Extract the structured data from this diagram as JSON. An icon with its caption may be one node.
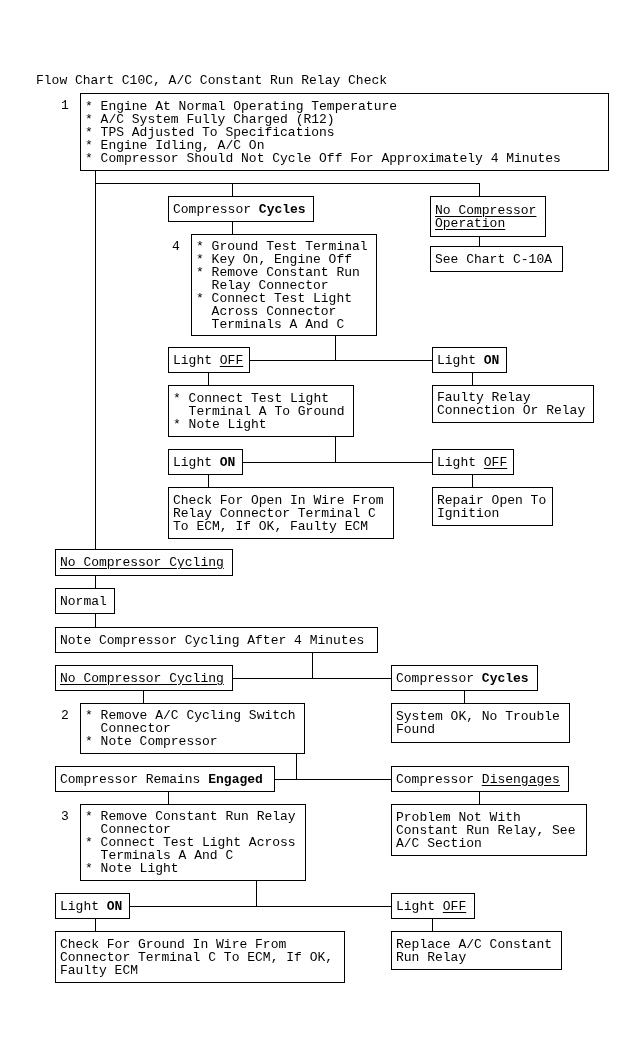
{
  "diagram": {
    "title": "Flow Chart C10C, A/C Constant Run Relay Check",
    "nodes": [
      {
        "text": [
          "* Engine At Normal Operating Temperature",
          "* A/C System Fully Charged (R12)",
          "* TPS Adjusted To Specifications",
          "* Engine Idling, A/C On",
          "* Compressor Should Not Cycle Off For Approximately 4 Minutes"
        ],
        "beside": [
          "1"
        ]
      },
      {
        "text": [
          "Compressor **Cycles**"
        ]
      },
      {
        "text": [
          "No Compressor Operation"
        ]
      },
      {
        "text": [
          "See Chart C-10A"
        ]
      },
      {
        "text": [
          "* Ground Test Terminal",
          "* Key On, Engine Off",
          "* Remove Constant Run Relay Connector",
          "* Connect Test Light Across Connector Terminals A And C"
        ],
        "beside": [
          "4"
        ]
      },
      {
        "text": [
          "Light OFF"
        ]
      },
      {
        "text": [
          "Light **ON**"
        ]
      },
      {
        "text": [
          "* Connect Test Light Terminal A To Ground",
          "* Note Light"
        ]
      },
      {
        "text": [
          "Faulty Relay Connection Or Relay"
        ]
      },
      {
        "text": [
          "Light **ON**"
        ]
      },
      {
        "text": [
          "Light OFF"
        ]
      },
      {
        "text": [
          "Check For Open In Wire From Relay Connector Terminal C To ECM, If OK, Faulty ECM"
        ]
      },
      {
        "text": [
          "Repair Open To Ignition"
        ]
      },
      {
        "text": [
          "No Compressor Cycling"
        ]
      },
      {
        "text": [
          "Normal"
        ]
      },
      {
        "text": [
          "Note Compressor Cycling After 4 Minutes"
        ]
      },
      {
        "text": [
          "No Compressor Cycling"
        ]
      },
      {
        "text": [
          "Compressor **Cycles**"
        ]
      },
      {
        "text": [
          "* Remove A/C Cycling Switch Connector",
          "* Note Compressor"
        ],
        "beside": [
          "2"
        ]
      },
      {
        "text": [
          "System OK, No Trouble Found"
        ]
      },
      {
        "text": [
          "Compressor Remains **Engaged**"
        ]
      },
      {
        "text": [
          "Compressor Disengages"
        ]
      },
      {
        "text": [
          "* Remove Constant Run Relay Connector",
          "* Connect Test Light Across Terminals A And C",
          "* Note Light"
        ],
        "beside": [
          "3"
        ]
      },
      {
        "text": [
          "Problem Not With Constant Run Relay, See A/C Section"
        ]
      },
      {
        "text": [
          "Light **ON**"
        ]
      },
      {
        "text": [
          "Light OFF"
        ]
      },
      {
        "text": [
          "Check For Ground In Wire From Connector Terminal C To ECM, If OK, Faulty ECM"
        ]
      },
      {
        "text": [
          "Replace A/C Constant Run Relay"
        ]
      }
    ],
    "edges": [
      {
        "from": 0,
        "to": 1,
        "arrow": "none"
      },
      {
        "from": 0,
        "to": 2,
        "arrow": "none"
      },
      {
        "from": 0,
        "to": 13,
        "arrow": "none"
      },
      {
        "from": 1,
        "to": 4,
        "arrow": "none"
      },
      {
        "from": 2,
        "to": 3,
        "arrow": "none"
      },
      {
        "from": 4,
        "to": 5,
        "arrow": "none"
      },
      {
        "from": 4,
        "to": 6,
        "arrow": "none"
      },
      {
        "from": 5,
        "to": 7,
        "arrow": "none"
      },
      {
        "from": 6,
        "to": 8,
        "arrow": "none"
      },
      {
        "from": 7,
        "to": 9,
        "arrow": "none"
      },
      {
        "from": 7,
        "to": 10,
        "arrow": "none"
      },
      {
        "from": 9,
        "to": 11,
        "arrow": "none"
      },
      {
        "from": 10,
        "to": 12,
        "arrow": "none"
      },
      {
        "from": 13,
        "to": 14,
        "arrow": "none"
      },
      {
        "from": 14,
        "to": 15,
        "arrow": "none"
      },
      {
        "from": 15,
        "to": 16,
        "arrow": "none"
      },
      {
        "from": 15,
        "to": 17,
        "arrow": "none"
      },
      {
        "from": 16,
        "to": 18,
        "arrow": "none"
      },
      {
        "from": 17,
        "to": 19,
        "arrow": "none"
      },
      {
        "from": 18,
        "to": 20,
        "arrow": "none"
      },
      {
        "from": 18,
        "to": 21,
        "arrow": "none"
      },
      {
        "from": 20,
        "to": 22,
        "arrow": "none"
      },
      {
        "from": 21,
        "to": 23,
        "arrow": "none"
      },
      {
        "from": 22,
        "to": 24,
        "arrow": "none"
      },
      {
        "from": 22,
        "to": 25,
        "arrow": "none"
      },
      {
        "from": 24,
        "to": 26,
        "arrow": "none"
      },
      {
        "from": 25,
        "to": 27,
        "arrow": "none"
      }
    ]
  }
}
